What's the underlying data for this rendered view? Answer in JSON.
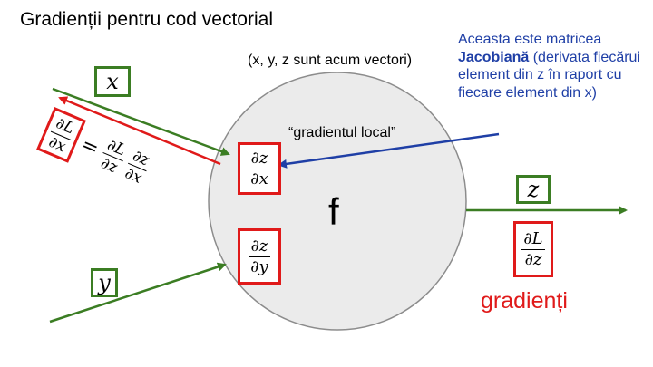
{
  "title": "Gradienții pentru cod vectorial",
  "subtitle": "(x, y, z sunt acum vectori)",
  "local_gradient_label": "“gradientul local”",
  "jacobian_note": {
    "prefix": "Aceasta este matricea",
    "highlight": "Jacobiană",
    "rest": "(derivata fiecărui element din z în raport cu fiecare element din x)"
  },
  "node_label": "f",
  "gradient_word": "gradienți",
  "variables": {
    "x": "x",
    "y": "y",
    "z": "z"
  },
  "fractions": {
    "dz_dx": {
      "num": "∂z",
      "den": "∂x"
    },
    "dz_dy": {
      "num": "∂z",
      "den": "∂y"
    },
    "dL_dz": {
      "num": "∂L",
      "den": "∂z"
    },
    "dL_dx": {
      "num": "∂L",
      "den": "∂x"
    },
    "chain_dL_dz": {
      "num": "∂L",
      "den": "∂z"
    },
    "chain_dz_dx": {
      "num": "∂z",
      "den": "∂x"
    }
  },
  "chain_equals": "=",
  "colors": {
    "forward": "#3b7d23",
    "backward": "#e01a1a",
    "annotation": "#1f3fa6",
    "node_fill": "#ebebeb"
  }
}
